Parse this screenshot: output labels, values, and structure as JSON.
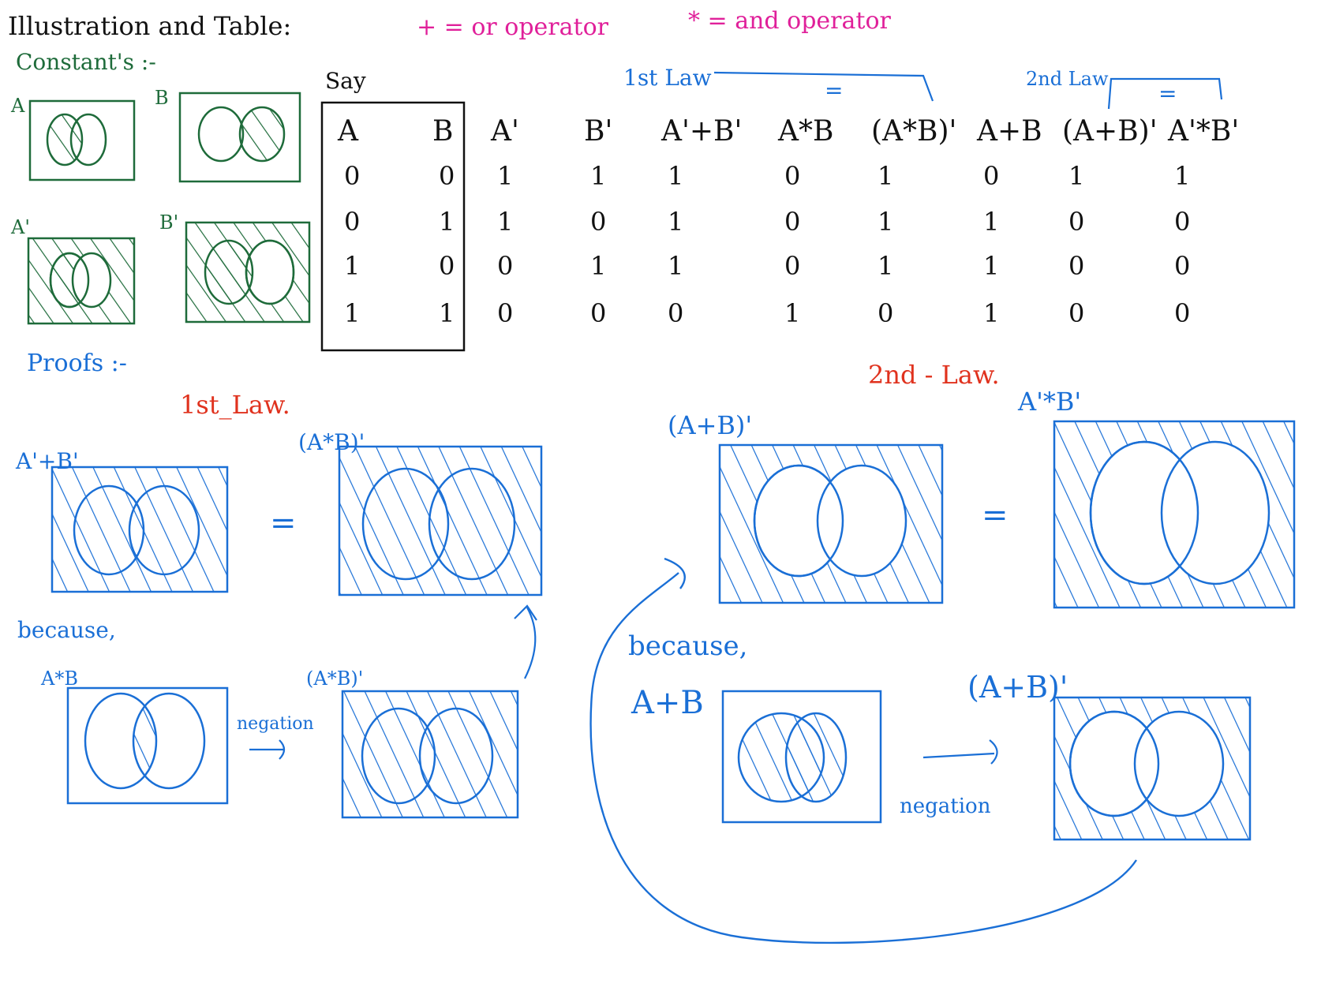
{
  "colors": {
    "black": "#111111",
    "green": "#1e6b3a",
    "blue": "#1a6fd6",
    "magenta": "#e0209a",
    "red": "#e0321e"
  },
  "header": {
    "title": "Illustration and Table:",
    "or_legend": "+ = or operator",
    "and_legend": "* = and operator"
  },
  "constants": {
    "heading": "Constant's :-",
    "labels": [
      "A",
      "B",
      "A'",
      "B'"
    ]
  },
  "table": {
    "say_label": "Say",
    "first_law_label": "1st Law",
    "second_law_label": "2nd Law",
    "equals": "=",
    "columns": [
      "A",
      "B",
      "A'",
      "B'",
      "A'+B'",
      "A*B",
      "(A*B)'",
      "A+B",
      "(A+B)'",
      "A'*B'"
    ],
    "rows": [
      [
        "0",
        "0",
        "1",
        "1",
        "1",
        "0",
        "1",
        "0",
        "1",
        "1"
      ],
      [
        "0",
        "1",
        "1",
        "0",
        "1",
        "0",
        "1",
        "1",
        "0",
        "0"
      ],
      [
        "1",
        "0",
        "0",
        "1",
        "1",
        "0",
        "1",
        "1",
        "0",
        "0"
      ],
      [
        "1",
        "1",
        "0",
        "0",
        "0",
        "1",
        "0",
        "1",
        "0",
        "0"
      ]
    ]
  },
  "proofs": {
    "heading": "Proofs :-",
    "first_law": {
      "title": "1st_Law.",
      "left_label": "A'+B'",
      "right_label": "(A*B)'",
      "equals": "=",
      "because": "because,",
      "ab_label": "A*B",
      "ab_neg_label": "(A*B)'",
      "negation": "negation"
    },
    "second_law": {
      "title": "2nd - Law.",
      "left_label": "(A+B)'",
      "right_label": "A'*B'",
      "equals": "=",
      "because": "because,",
      "apb_label": "A+B",
      "apb_neg_label": "(A+B)'",
      "negation": "negation"
    }
  }
}
